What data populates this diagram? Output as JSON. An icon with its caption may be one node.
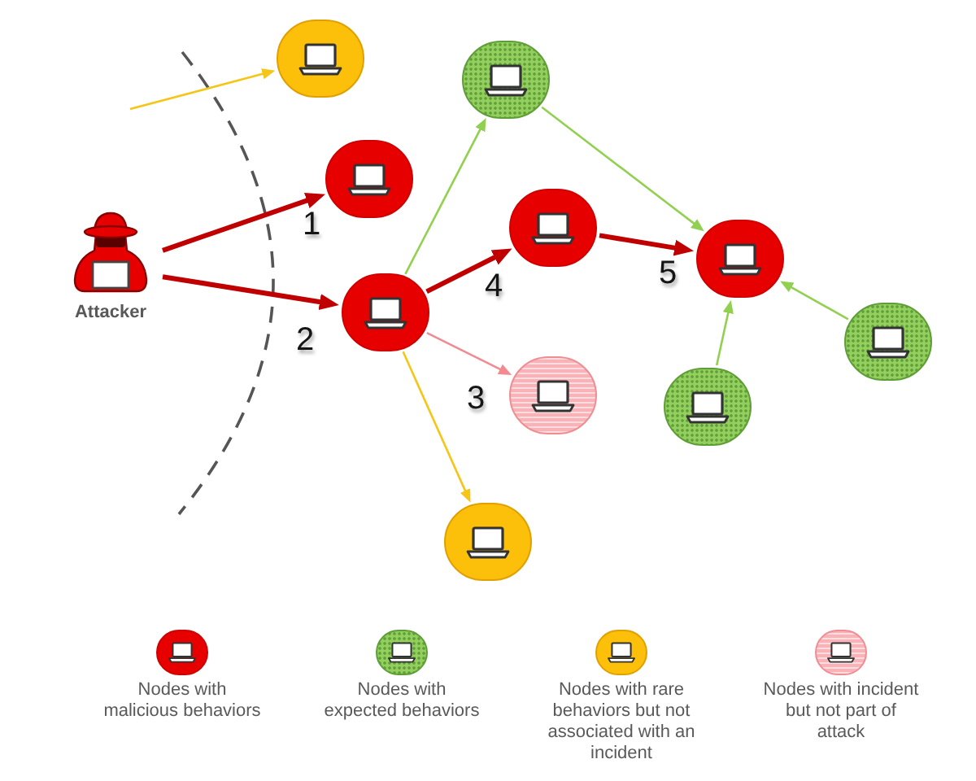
{
  "diagram": {
    "nodes": [
      {
        "text": [],
        "shape": "circle"
      },
      {
        "text": [],
        "shape": "circle"
      },
      {
        "text": [],
        "shape": "circle",
        "beside": [
          "1"
        ]
      },
      {
        "text": [],
        "shape": "circle",
        "beside": [
          "4"
        ]
      },
      {
        "text": [
          "Attacker"
        ]
      },
      {
        "text": [],
        "shape": "circle",
        "beside": [
          "5"
        ]
      },
      {
        "text": [],
        "shape": "circle",
        "beside": [
          "2"
        ]
      },
      {
        "text": [],
        "shape": "circle"
      },
      {
        "text": [],
        "shape": "circle",
        "beside": [
          "3"
        ]
      },
      {
        "text": [],
        "shape": "circle"
      },
      {
        "text": [],
        "shape": "circle"
      }
    ],
    "edges": [
      {
        "from": null,
        "to": 0,
        "arrow": "to",
        "color": "#f5c518"
      },
      {
        "from": 4,
        "to": 2,
        "arrow": "to",
        "style": "thick",
        "color": "#c00000"
      },
      {
        "from": 4,
        "to": 6,
        "arrow": "to",
        "style": "thick",
        "color": "#c00000"
      },
      {
        "from": 6,
        "to": 1,
        "arrow": "to",
        "color": "#92d050"
      },
      {
        "from": 6,
        "to": 3,
        "arrow": "to",
        "style": "thick",
        "color": "#c00000"
      },
      {
        "from": 3,
        "to": 5,
        "arrow": "to",
        "style": "thick",
        "color": "#c00000"
      },
      {
        "from": 1,
        "to": 5,
        "arrow": "to",
        "color": "#92d050"
      },
      {
        "from": 9,
        "to": 5,
        "arrow": "to",
        "color": "#92d050"
      },
      {
        "from": 7,
        "to": 5,
        "arrow": "to",
        "color": "#92d050"
      },
      {
        "from": 6,
        "to": 8,
        "arrow": "to",
        "color": "#f28b91"
      },
      {
        "from": 6,
        "to": 10,
        "arrow": "to",
        "color": "#f5c518"
      }
    ],
    "legend": [
      {
        "text": "Nodes with malicious behaviors",
        "color": "#e60000"
      },
      {
        "text": "Nodes with expected behaviors",
        "color": "#92cf5c"
      },
      {
        "text": "Nodes with rare behaviors but not associated with an incident",
        "color": "#fcbf0a"
      },
      {
        "text": "Nodes with incident but not part of attack",
        "color": "#f7b3b7"
      }
    ]
  }
}
